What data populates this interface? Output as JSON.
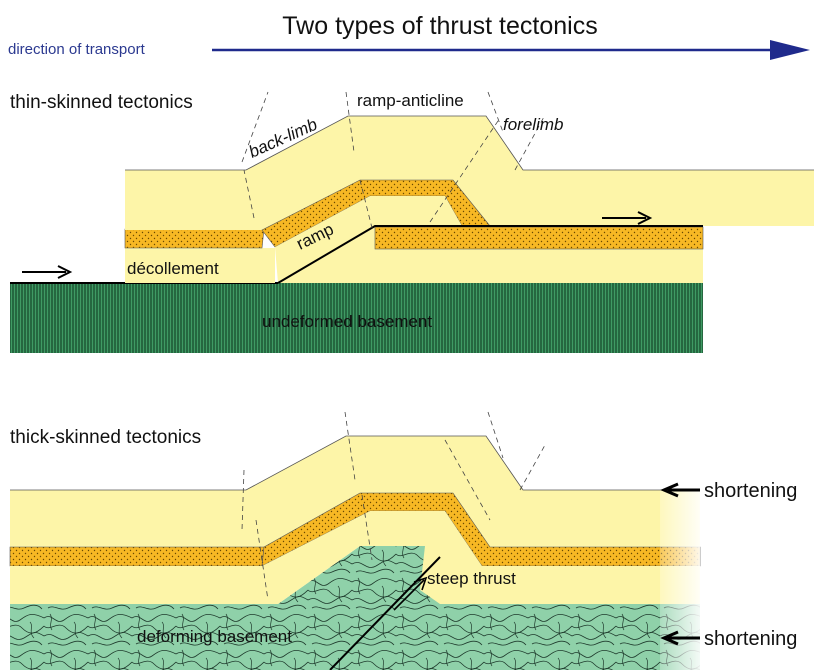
{
  "title": "Two types of thrust tectonics",
  "transport_label": "direction of transport",
  "thin": {
    "heading": "thin-skinned tectonics",
    "back_limb": "back-limb",
    "ramp_anticline": "ramp-anticline",
    "forelimb": "forelimb",
    "ramp": "ramp",
    "decollement": "décollement",
    "basement": "undeformed basement"
  },
  "thick": {
    "heading": "thick-skinned tectonics",
    "steep_thrust": "steep thrust",
    "basement": "deforming basement",
    "shortening_upper": "shortening",
    "shortening_lower": "shortening"
  },
  "colors": {
    "sediment": "#fdf5a8",
    "sandstone": "#f7b824",
    "basement_thin": "#3f9a64",
    "basement_thick": "#8fd1a9",
    "arrow_blue": "#1f2a8c",
    "title_blue": "#2b3990"
  }
}
